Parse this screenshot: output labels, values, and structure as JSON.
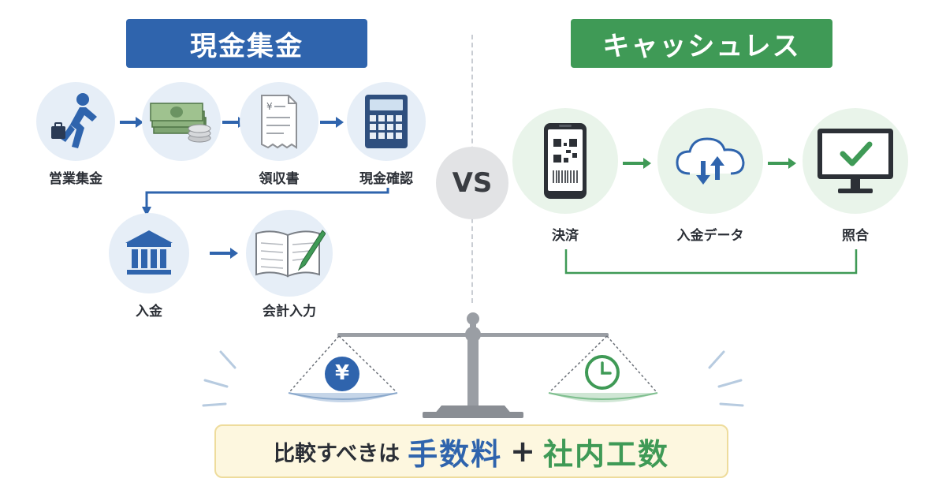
{
  "cash": {
    "title": "現金集金",
    "steps": [
      {
        "label": "営業集金",
        "icon": "running-person-icon"
      },
      {
        "label": "領収書",
        "icon": "receipt-icon"
      },
      {
        "label": "現金確認",
        "icon": "calculator-icon"
      },
      {
        "label": "入金",
        "icon": "bank-icon"
      },
      {
        "label": "会計入力",
        "icon": "ledger-book-icon"
      }
    ],
    "banknote_icon": "banknotes-coins-icon"
  },
  "cashless": {
    "title": "キャッシュレス",
    "steps": [
      {
        "label": "決済",
        "icon": "smartphone-qr-icon"
      },
      {
        "label": "入金データ",
        "icon": "cloud-sync-icon"
      },
      {
        "label": "照合",
        "icon": "monitor-check-icon"
      }
    ]
  },
  "vs_label": "VS",
  "scale": {
    "left_symbol": "¥",
    "right_icon": "clock-icon"
  },
  "bottom": {
    "lead": "比較すべきは",
    "fee": "手数料",
    "plus": "+",
    "work": "社内工数"
  },
  "colors": {
    "cash_blue": "#2f64ad",
    "cashless_green": "#3f9a56",
    "banner_bg": "#fdf7df"
  }
}
